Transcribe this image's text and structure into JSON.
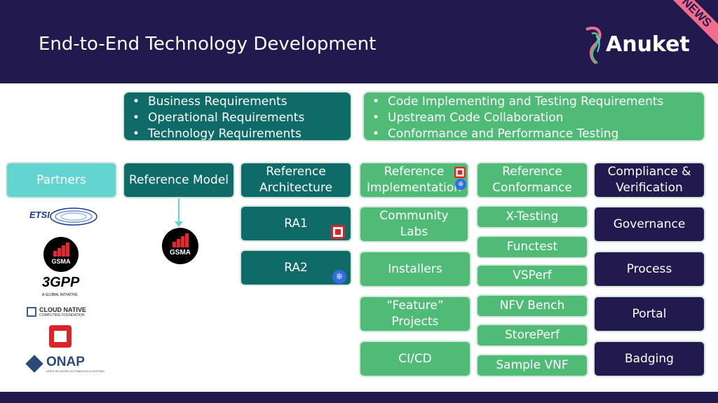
{
  "header": {
    "title": "End-to-End Technology Development",
    "brand": "Anuket",
    "ribbon": "NEWS"
  },
  "requirements": {
    "left": [
      "Business Requirements",
      "Operational Requirements",
      "Technology Requirements"
    ],
    "right": [
      "Code Implementing and Testing Requirements",
      "Upstream Code Collaboration",
      "Conformance and Performance Testing"
    ]
  },
  "columns": {
    "partners": "Partners",
    "reference_model": "Reference Model",
    "reference_architecture": "Reference Architecture",
    "reference_implementation": "Reference Implementation",
    "reference_conformance": "Reference Conformance",
    "compliance": "Compliance & Verification"
  },
  "architecture_items": [
    "RA1",
    "RA2"
  ],
  "implementation_items": [
    "Community Labs",
    "Installers",
    "“Feature” Projects",
    "CI/CD"
  ],
  "conformance_items": [
    "X-Testing",
    "Functest",
    "VSPerf",
    "NFV Bench",
    "StorePerf",
    "Sample VNF"
  ],
  "compliance_items": [
    "Governance",
    "Process",
    "Portal",
    "Badging"
  ],
  "partner_logos": {
    "etsi": "ETSI",
    "gsma": "GSMA",
    "threegpp": "3GPP",
    "threegpp_sub": "A GLOBAL INITIATIVE",
    "cncf": "CLOUD NATIVE",
    "cncf_sub": "COMPUTING FOUNDATION",
    "onap": "ONAP",
    "onap_sub": "OPEN NETWORK AUTOMATION PLATFORM"
  },
  "model_logo": "GSMA",
  "icons": {
    "openstack": "openstack-icon",
    "kubernetes": "kubernetes-icon"
  },
  "colors": {
    "navy": "#221a4f",
    "dark_teal": "#0f6b68",
    "green": "#4fbb77",
    "light_teal": "#63d4d0",
    "news_pink": "#f26d8c"
  }
}
